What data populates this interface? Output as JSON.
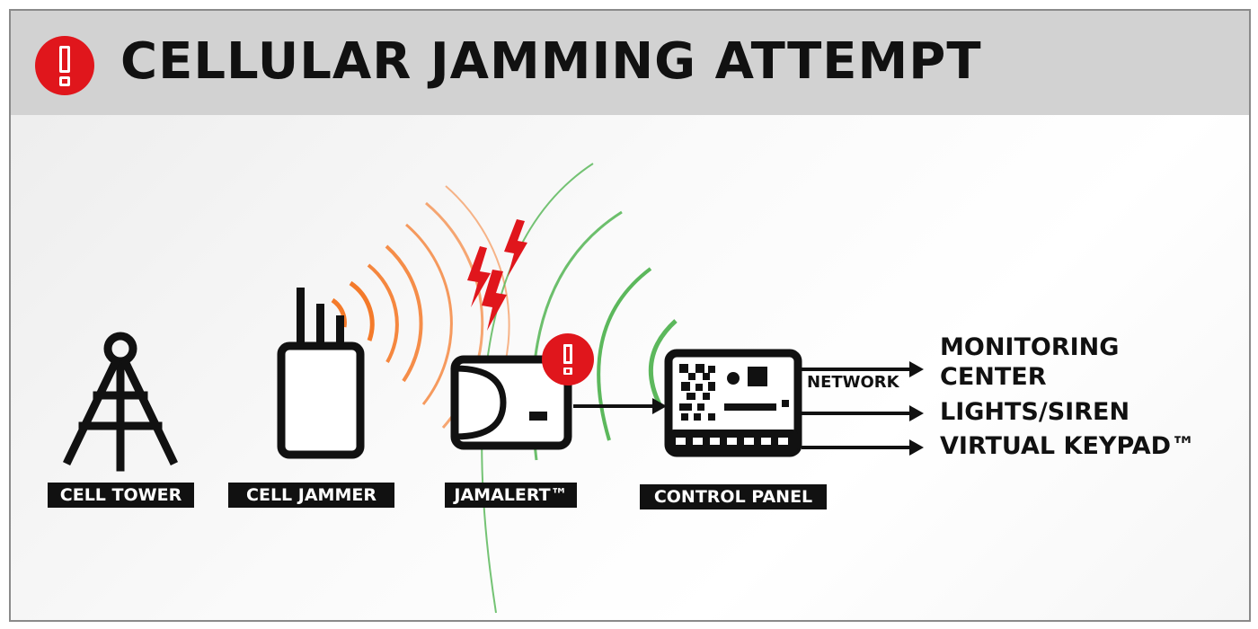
{
  "title": "CELLULAR JAMMING ATTEMPT",
  "colors": {
    "alert_red": "#e0161c",
    "jammer_orange": "#f47a2a",
    "signal_green": "#5cb85c",
    "ink": "#111111",
    "header_gray": "#d2d2d2"
  },
  "icons": {
    "header": "alert-exclamation-icon",
    "tower": "cell-tower-icon",
    "jammer": "cell-jammer-icon",
    "jamalert": "jamalert-device-icon",
    "panel": "control-panel-icon",
    "bolt": "lightning-bolt-icon"
  },
  "nodes": {
    "cell_tower": "CELL TOWER",
    "cell_jammer": "CELL JAMMER",
    "jamalert": "JAMALERT™",
    "control_panel": "CONTROL PANEL"
  },
  "network_label": "NETWORK",
  "outputs": {
    "monitoring_line1": "MONITORING",
    "monitoring_line2": "CENTER",
    "lights_siren": "LIGHTS/SIREN",
    "virtual_keypad": "VIRTUAL KEYPAD™"
  }
}
